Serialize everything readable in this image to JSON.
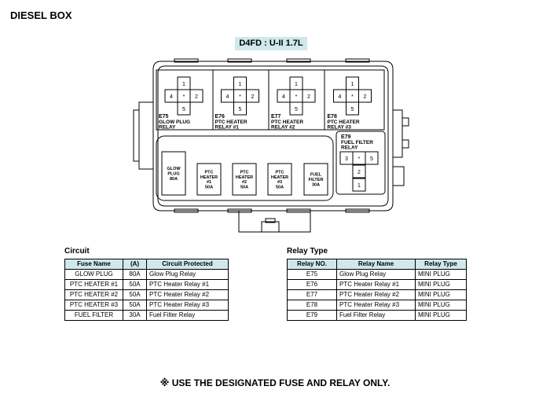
{
  "page_title": "DIESEL BOX",
  "model_label": "D4FD : U-II 1.7L",
  "relays_top": [
    {
      "code": "E75",
      "name_lines": [
        "GLOW PLUG",
        "RELAY"
      ]
    },
    {
      "code": "E76",
      "name_lines": [
        "PTC HEATER",
        "RELAY #1"
      ]
    },
    {
      "code": "E77",
      "name_lines": [
        "PTC HEATER",
        "RELAY #2"
      ]
    },
    {
      "code": "E78",
      "name_lines": [
        "PTC HEATER",
        "RELAY #3"
      ]
    }
  ],
  "relay_pins": {
    "top": "1",
    "left": "4",
    "center": "*",
    "right": "2",
    "bottom": "5"
  },
  "relay_e79": {
    "code": "E79",
    "name_lines": [
      "FUEL FILTER",
      "RELAY"
    ],
    "pins": [
      "3",
      "*",
      "5",
      "2",
      "1"
    ]
  },
  "fuses": [
    {
      "lines": [
        "GLOW",
        "PLUG",
        "80A"
      ]
    },
    {
      "lines": [
        "PTC",
        "HEATER",
        "#1",
        "50A"
      ]
    },
    {
      "lines": [
        "PTC",
        "HEATER",
        "#2",
        "50A"
      ]
    },
    {
      "lines": [
        "PTC",
        "HEATER",
        "#3",
        "50A"
      ]
    },
    {
      "lines": [
        "FUEL",
        "FILTER",
        "30A"
      ]
    }
  ],
  "circuit_table": {
    "title": "Circuit",
    "headers": [
      "Fuse Name",
      "(A)",
      "Circuit Protected"
    ],
    "rows": [
      [
        "GLOW PLUG",
        "80A",
        "Glow Plug Relay"
      ],
      [
        "PTC HEATER #1",
        "50A",
        "PTC Heater Relay #1"
      ],
      [
        "PTC HEATER #2",
        "50A",
        "PTC Heater Relay #2"
      ],
      [
        "PTC HEATER #3",
        "50A",
        "PTC Heater Relay #3"
      ],
      [
        "FUEL FILTER",
        "30A",
        "Fuel Filter Relay"
      ]
    ]
  },
  "relay_table": {
    "title": "Relay Type",
    "headers": [
      "Relay NO.",
      "Relay Name",
      "Relay Type"
    ],
    "rows": [
      [
        "E75",
        "Glow Plug Relay",
        "MINI PLUG"
      ],
      [
        "E76",
        "PTC Heater Relay #1",
        "MINI PLUG"
      ],
      [
        "E77",
        "PTC Heater Relay #2",
        "MINI PLUG"
      ],
      [
        "E78",
        "PTC Heater Relay #3",
        "MINI PLUG"
      ],
      [
        "E79",
        "Fuel Filter Relay",
        "MINI PLUG"
      ]
    ]
  },
  "footer_note": "※ USE THE DESIGNATED FUSE AND RELAY ONLY.",
  "colors": {
    "header_fill": "#cfe8ec",
    "line": "#000000"
  }
}
